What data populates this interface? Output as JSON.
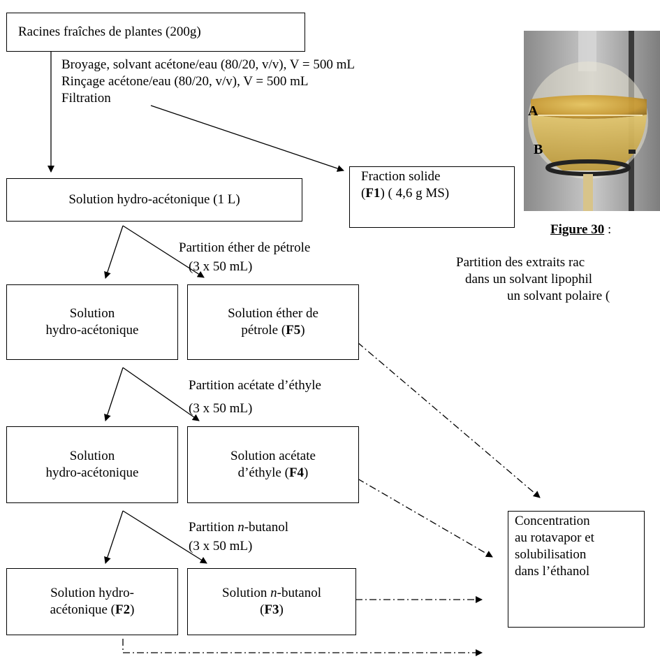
{
  "nodes": {
    "racines": "Racines fraîches de plantes (200g)",
    "hydro1": "Solution hydro-acétonique (1 L)",
    "f1_line1": "Fraction solide",
    "f1_open": "(",
    "f1_code": "F1",
    "f1_rest": ") ( 4,6 g MS)",
    "hydro2_line1": "Solution",
    "hydro2_line2": "hydro-acétonique",
    "f5_line1": "Solution  éther de",
    "f5_line2a": "pétrole (",
    "f5_code": "F5",
    "f5_line2b": ")",
    "hydro3_line1": "Solution",
    "hydro3_line2": "hydro-acétonique",
    "f4_line1": "Solution acétate",
    "f4_line2a": "d’éthyle (",
    "f4_code": "F4",
    "f4_line2b": ")",
    "f2_line1": "Solution hydro-",
    "f2_line2a": "acétonique (",
    "f2_code": "F2",
    "f2_line2b": ")",
    "f3_line1a": "Solution ",
    "f3_line1i": "n",
    "f3_line1b": "-butanol",
    "f3_line2a": "(",
    "f3_code": "F3",
    "f3_line2b": ")",
    "conc_lines": [
      "Concentration",
      "au rotavapor et",
      "solubilisation",
      "dans l’éthanol"
    ]
  },
  "steps": {
    "broyage": "Broyage, solvant acétone/eau (80/20, v/v), V = 500 mL",
    "rincage": "Rinçage acétone/eau (80/20, v/v), V = 500 mL",
    "filtration": "Filtration",
    "p_ether": "Partition éther de pétrole",
    "p_ether_vol": "(3 x 50 mL)",
    "p_acetate": "Partition acétate d’éthyle",
    "p_acetate_vol": "(3 x 50 mL)",
    "p_butanol_a": "Partition ",
    "p_butanol_i": "n",
    "p_butanol_b": "-butanol",
    "p_butanol_vol": "(3 x 50 mL)"
  },
  "figure": {
    "label_a": "A",
    "label_b": "B",
    "title_num": "Figure 30",
    "title_sep": " :",
    "caption_lines": [
      "Partition des extraits rac",
      "dans un solvant lipophil",
      "un solvant polaire ("
    ]
  }
}
